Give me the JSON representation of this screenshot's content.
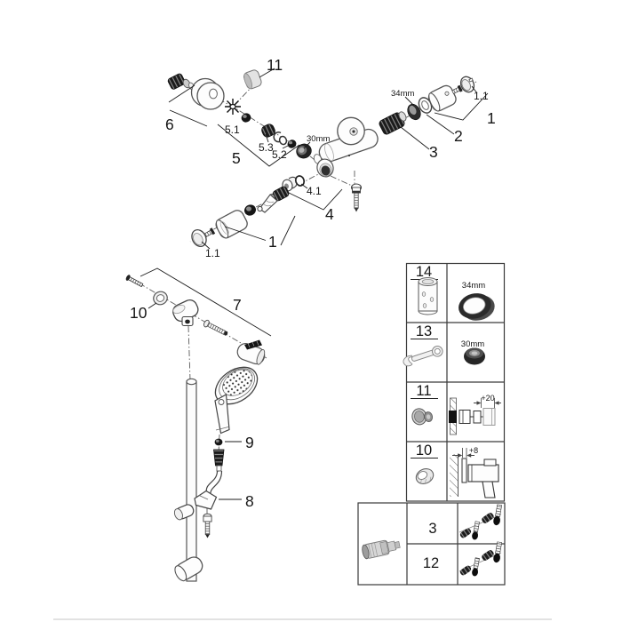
{
  "exploded_view": {
    "mixer_labels": {
      "p11": "11",
      "p6": "6",
      "p5_1": "5.1",
      "p5_3": "5.3",
      "p5_2": "5.2",
      "p5": "5",
      "size_30mm": "30mm",
      "size_34mm": "34mm",
      "p1_1_top": "1.1",
      "p1_top": "1",
      "p2": "2",
      "p3": "3",
      "p4_1": "4.1",
      "p4": "4",
      "p1_bottom": "1",
      "p1_1_bottom": "1.1"
    },
    "rail_labels": {
      "p10": "10",
      "p7": "7",
      "p9": "9",
      "p8": "8"
    }
  },
  "parts_table": {
    "rows": [
      {
        "number": "14",
        "size": "34mm"
      },
      {
        "number": "13",
        "size": "30mm"
      },
      {
        "number": "11",
        "dimension": "+20"
      },
      {
        "number": "10",
        "dimension": "+8"
      }
    ],
    "accessory_rows": [
      {
        "number": "3"
      },
      {
        "number": "12"
      }
    ]
  }
}
